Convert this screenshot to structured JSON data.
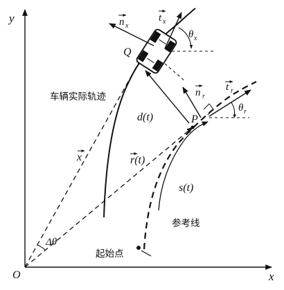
{
  "axes": {
    "x_label": "x",
    "y_label": "y",
    "origin_label": "O"
  },
  "points": {
    "vehicle_point": "Q",
    "reference_point": "P"
  },
  "vectors": {
    "x_vec": "x",
    "r_t": "r(t)",
    "d_t": "d(t)",
    "t_x": "t",
    "t_x_sub": "x",
    "n_x": "n",
    "n_x_sub": "x",
    "t_r": "t",
    "t_r_sub": "r",
    "n_r": "n",
    "n_r_sub": "r"
  },
  "angles": {
    "theta_x": "θ",
    "theta_x_sub": "x",
    "theta_r": "θ",
    "theta_r_sub": "r",
    "delta_theta": "Δθ"
  },
  "curves": {
    "arc_length": "s(t)",
    "vehicle_trajectory_label": "车辆实际轨迹",
    "reference_line_label": "参考线",
    "start_point_label": "起始点"
  },
  "colors": {
    "ink": "#111111",
    "paper": "#ffffff"
  }
}
